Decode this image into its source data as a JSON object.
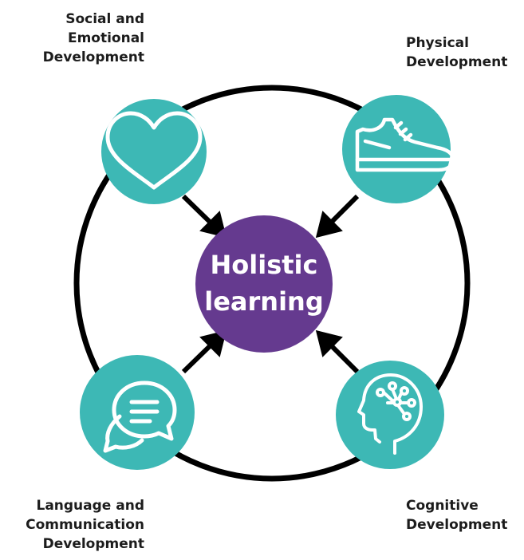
{
  "center": {
    "line1": "Holistic",
    "line2": "learning",
    "color": "#653A8F"
  },
  "node_color": "#3DB8B5",
  "ring_color": "#000000",
  "nodes": [
    {
      "id": "social",
      "icon": "heart-icon",
      "lines": [
        "Social and",
        "Emotional",
        "Development"
      ]
    },
    {
      "id": "physical",
      "icon": "sneaker-icon",
      "lines": [
        "Physical",
        "Development"
      ]
    },
    {
      "id": "language",
      "icon": "speech-bubbles-icon",
      "lines": [
        "Language and",
        "Communication",
        "Development"
      ]
    },
    {
      "id": "cognitive",
      "icon": "brain-head-icon",
      "lines": [
        "Cognitive",
        "Development"
      ]
    }
  ]
}
